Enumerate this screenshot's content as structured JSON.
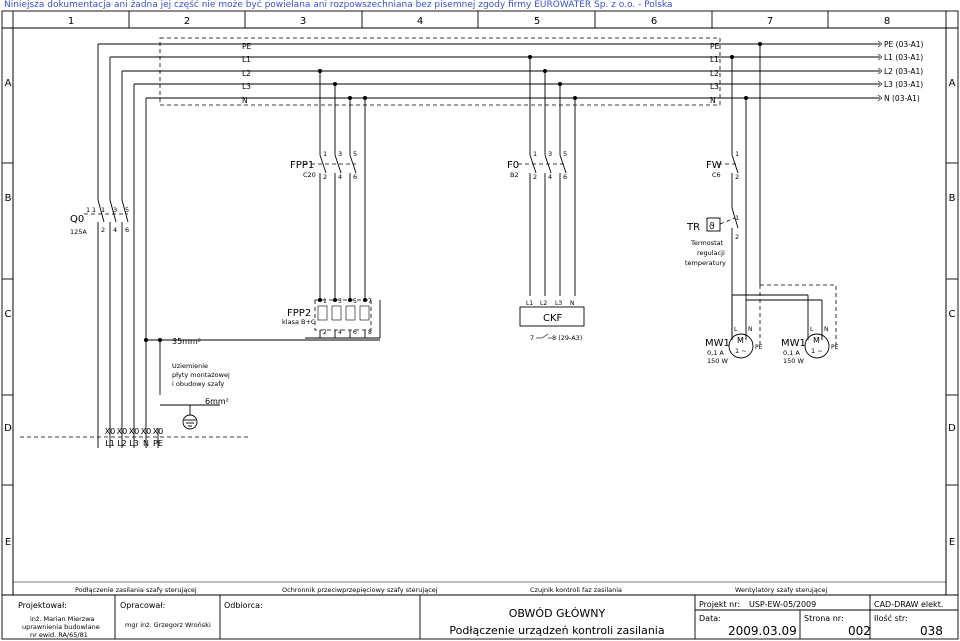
{
  "notice": "Niniejsza dokumentacja ani żadna jej część nie może być powielana ani rozpowszechniana bez pisemnej zgody firmy EUROWATER Sp. z o.o. - Polska",
  "grid": {
    "columns": [
      "1",
      "2",
      "3",
      "4",
      "5",
      "6",
      "7",
      "8"
    ],
    "rows": [
      "A",
      "B",
      "C",
      "D",
      "E"
    ]
  },
  "busbars": {
    "left": [
      "PE",
      "L1",
      "L2",
      "L3",
      "N"
    ],
    "mid": [
      "PE",
      "L1",
      "L2",
      "L3",
      "N"
    ],
    "right": [
      "PE (03-A1)",
      "L1 (03-A1)",
      "L2 (03-A1)",
      "L3 (03-A1)",
      "N (03-A1)"
    ]
  },
  "devices": {
    "q0": {
      "name": "Q0",
      "rating": "125A",
      "pins_top": [
        "1",
        "3",
        "5"
      ],
      "pins_bottom": [
        "2",
        "4",
        "6"
      ],
      "aux": "1",
      "aux2": "1"
    },
    "fpp1": {
      "name": "FPP1",
      "rating": "C20",
      "pins_top": [
        "1",
        "3",
        "5"
      ],
      "pins_bottom": [
        "2",
        "4",
        "6"
      ]
    },
    "f0": {
      "name": "F0",
      "rating": "B2",
      "pins_top": [
        "1",
        "3",
        "5"
      ],
      "pins_bottom": [
        "2",
        "4",
        "6"
      ]
    },
    "fw": {
      "name": "FW",
      "rating": "C6",
      "pin_top": "1",
      "pin_bottom": "2"
    },
    "tr": {
      "name": "TR",
      "desc": [
        "Termostat",
        "regulacji",
        "temperatury"
      ],
      "pin_top": "1",
      "pin_bottom": "2"
    },
    "fpp2": {
      "name": "FPP2",
      "class": "klasa B+C",
      "pins_top": [
        "1",
        "3",
        "5",
        "7"
      ],
      "pins_bottom": [
        "2",
        "4",
        "6",
        "8"
      ]
    },
    "ckf": {
      "name": "CKF",
      "pins": [
        "L1",
        "L2",
        "L3",
        "N"
      ],
      "contact_left": "7",
      "contact_right": "8 (29-A3)"
    },
    "mw1a": {
      "name": "MW1",
      "current": "0,1 A",
      "power": "150 W",
      "symbol": "M",
      "phase": "1 ~",
      "L": "L",
      "N": "N",
      "PE": "PE"
    },
    "mw1b": {
      "name": "MW1",
      "current": "0,1 A",
      "power": "150 W",
      "symbol": "M",
      "phase": "1 ~",
      "L": "L",
      "N": "N",
      "PE": "PE"
    }
  },
  "annotations": {
    "cable35": "35mm²",
    "cable6": "6mm²",
    "grounding": [
      "Uziemienie",
      "płyty montażowej",
      "i obudowy szafy"
    ]
  },
  "terminals": {
    "top": [
      "X0",
      "X0",
      "X0",
      "X0",
      "X0"
    ],
    "bottom": [
      "L1",
      "L2",
      "L3",
      "N",
      "PE"
    ]
  },
  "section_labels": [
    "Podłączenie zasilania szafy sterującej",
    "Ochronnik przeciwprzepięciowy szafy sterującej",
    "Czujnik kontroli faz zasilania",
    "Wentylatory szafy sterującej"
  ],
  "titleblock": {
    "projektowal_label": "Projektował:",
    "projektowal": [
      "inż. Marian Mierzwa",
      "uprawnienia budowlane",
      "nr ewid. RA/65/81"
    ],
    "opracowal_label": "Opracował:",
    "opracowal": "mgr inż. Grzegorz Wroński",
    "odbiorca_label": "Odbiorca:",
    "title1": "OBWÓD GŁÓWNY",
    "title2": "Podłączenie urządzeń kontroli zasilania",
    "projekt_label": "Projekt nr:",
    "projekt": "USP-EW-05/2009",
    "cad": "CAD-DRAW elekt.",
    "data_label": "Data:",
    "data": "2009.03.09",
    "strona_label": "Strona nr:",
    "strona": "002",
    "ilosc_label": "Ilość str:",
    "ilosc": "038"
  }
}
